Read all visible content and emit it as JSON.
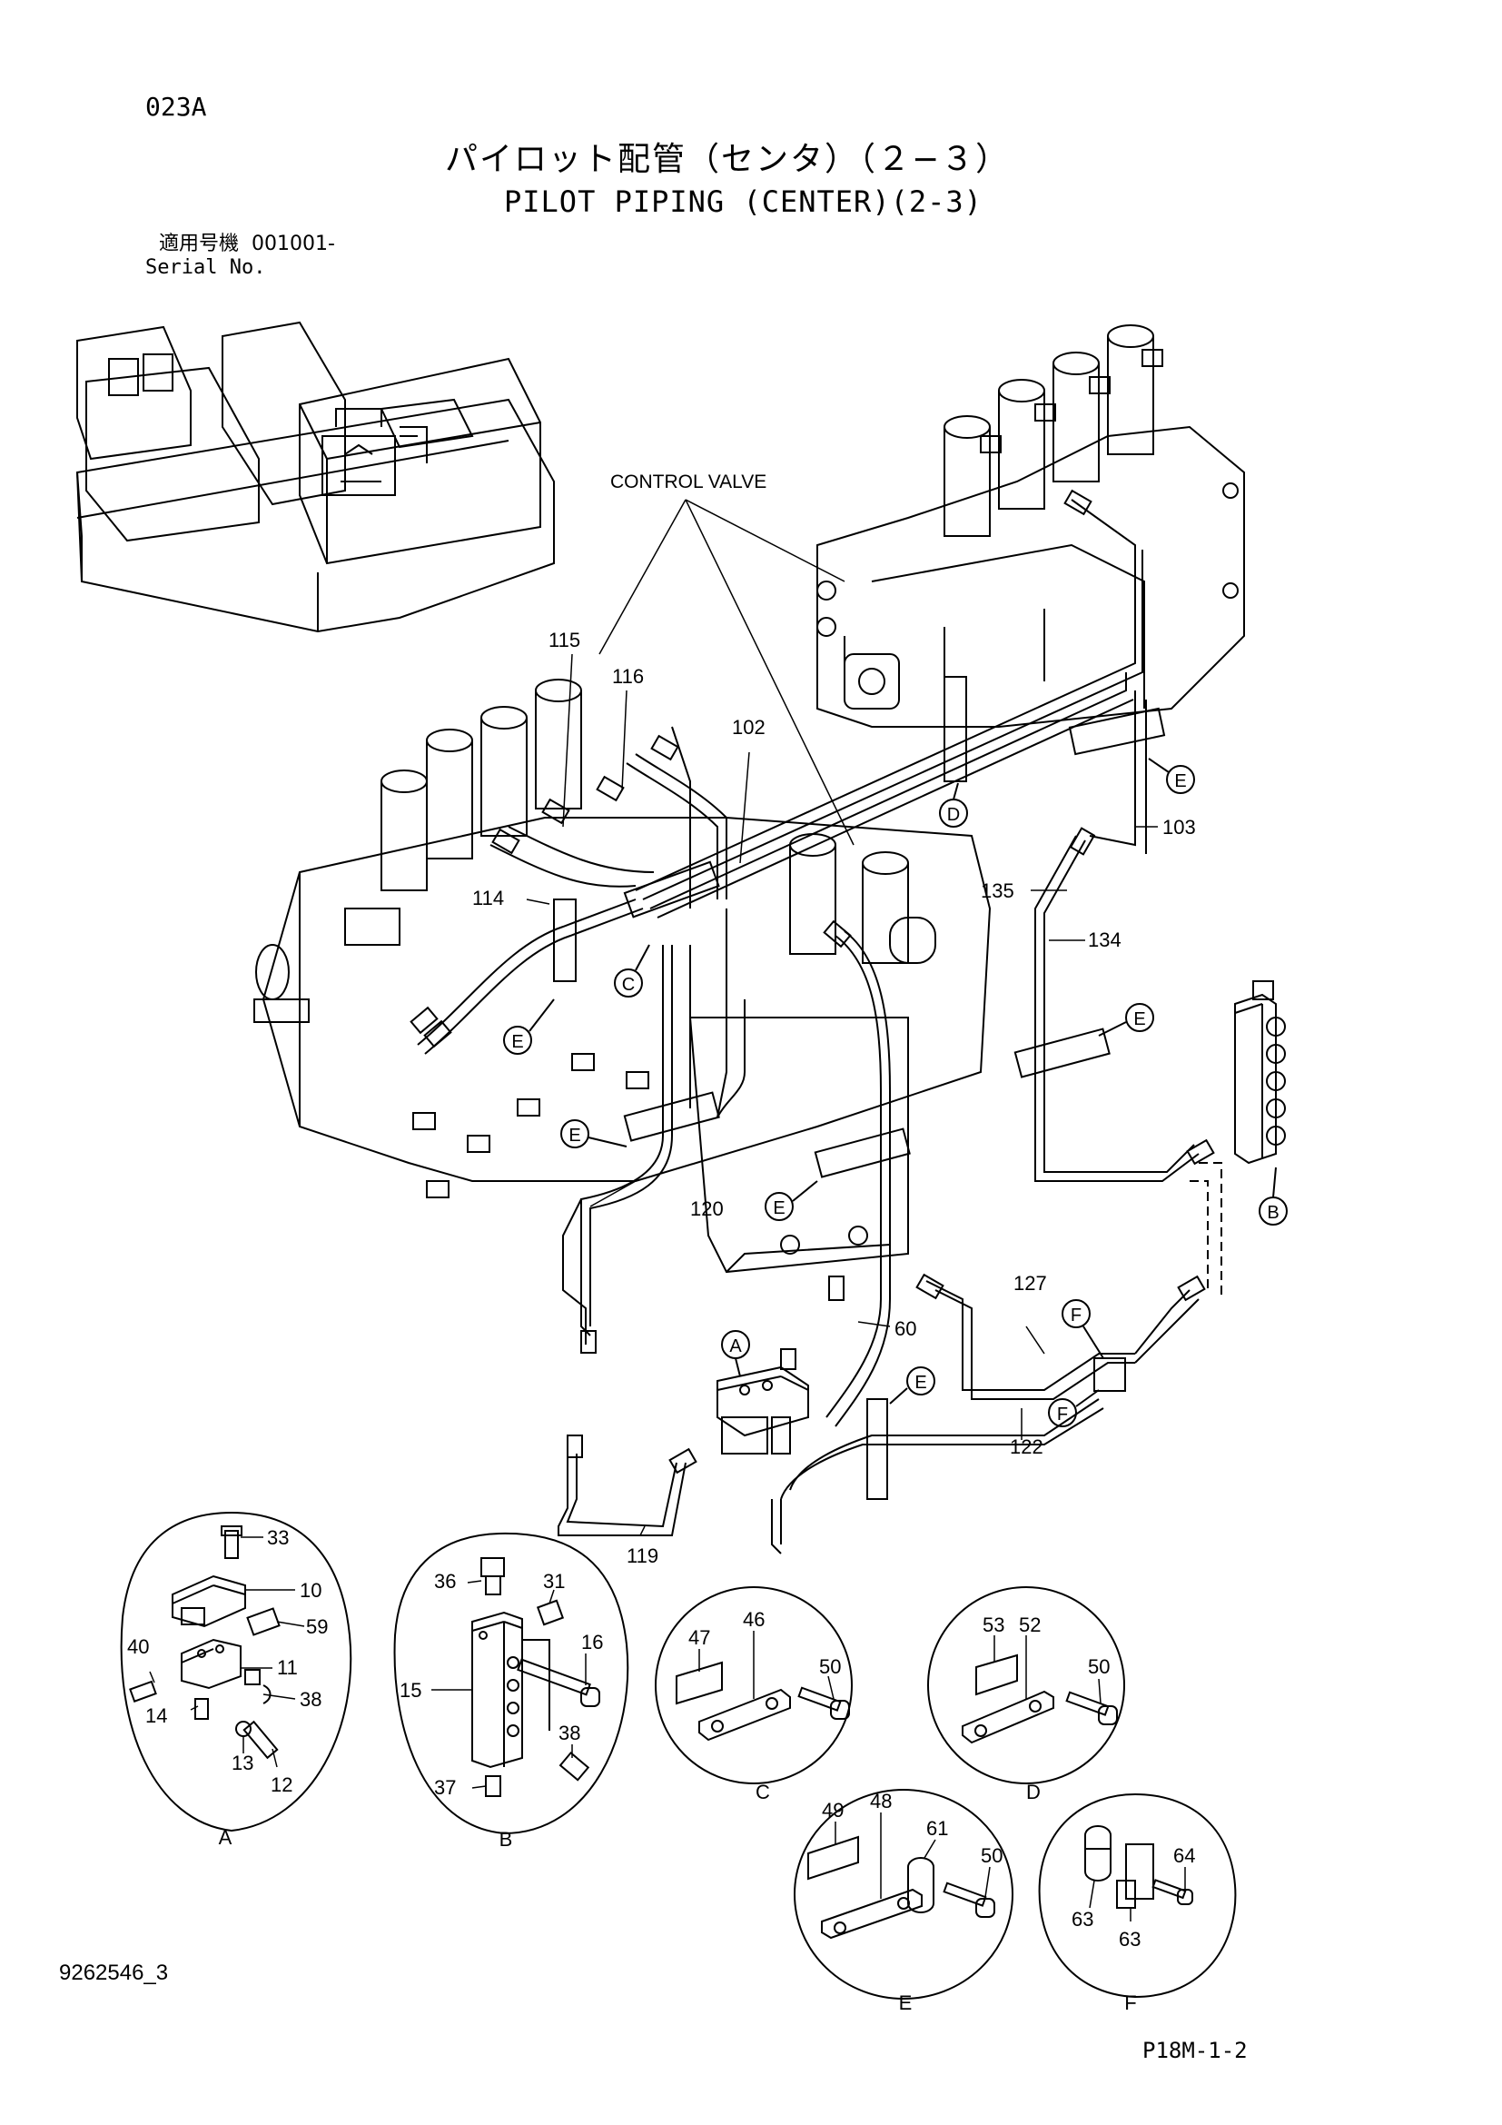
{
  "header": {
    "code": "023A",
    "title_jp": "パイロット配管（センタ）（２−３）",
    "title_en": "PILOT PIPING (CENTER)(2-3)",
    "serial_label_jp": "適用号機",
    "serial_value": "001001-",
    "serial_label_en": "Serial No."
  },
  "callouts": {
    "control_valve": "CONTROL  VALVE",
    "p115": "115",
    "p116": "116",
    "p102": "102",
    "p103": "103",
    "p114": "114",
    "p135": "135",
    "p134": "134",
    "p120": "120",
    "p127": "127",
    "p60": "60",
    "p122": "122",
    "p119": "119",
    "A": "A",
    "B": "B",
    "C": "C",
    "D": "D",
    "E": "E",
    "F": "F"
  },
  "details": {
    "A": {
      "letter": "A",
      "parts": [
        "33",
        "10",
        "59",
        "40",
        "11",
        "38",
        "14",
        "13",
        "12"
      ]
    },
    "B": {
      "letter": "B",
      "parts": [
        "36",
        "31",
        "16",
        "15",
        "38",
        "37"
      ]
    },
    "C": {
      "letter": "C",
      "parts": [
        "47",
        "46",
        "50"
      ]
    },
    "D": {
      "letter": "D",
      "parts": [
        "53",
        "52",
        "50"
      ]
    },
    "E": {
      "letter": "E",
      "parts": [
        "49",
        "48",
        "61",
        "50"
      ]
    },
    "F": {
      "letter": "F",
      "parts": [
        "63",
        "64",
        "63"
      ]
    }
  },
  "footer": {
    "doc_no": "9262546_3",
    "page_ref": "P18M-1-2"
  }
}
